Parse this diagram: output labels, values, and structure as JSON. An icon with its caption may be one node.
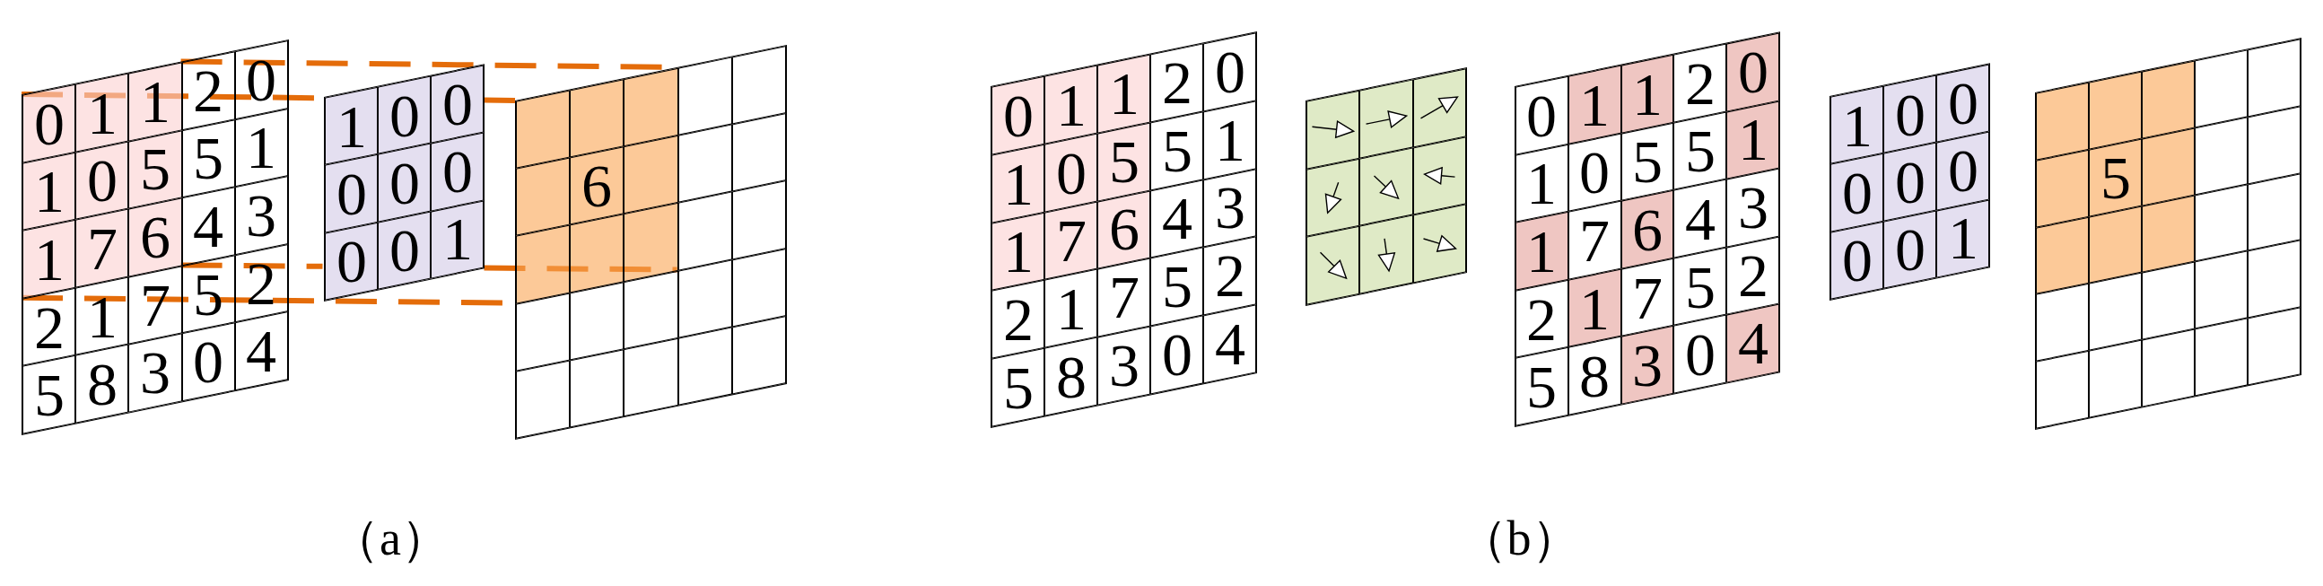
{
  "diagram": {
    "nodes": [
      {
        "text": [
          "0",
          "1",
          "1",
          "2",
          "0",
          "1",
          "0",
          "5",
          "5",
          "1",
          "1",
          "7",
          "6",
          "4",
          "3",
          "2",
          "1",
          "7",
          "5",
          "2",
          "5",
          "8",
          "3",
          "0",
          "4"
        ]
      },
      {
        "text": [
          "1",
          "0",
          "0",
          "0",
          "0",
          "0",
          "0",
          "0",
          "1"
        ]
      },
      {
        "text": [
          "6"
        ]
      },
      {
        "text": [
          "0",
          "1",
          "1",
          "2",
          "0",
          "1",
          "0",
          "5",
          "5",
          "1",
          "1",
          "7",
          "6",
          "4",
          "3",
          "2",
          "1",
          "7",
          "5",
          "2",
          "5",
          "8",
          "3",
          "0",
          "4"
        ]
      },
      {
        "text": [],
        "shape": "box"
      },
      {
        "text": [
          "0",
          "1",
          "1",
          "2",
          "0",
          "1",
          "0",
          "5",
          "5",
          "1",
          "1",
          "7",
          "6",
          "4",
          "3",
          "2",
          "1",
          "7",
          "5",
          "2",
          "5",
          "8",
          "3",
          "0",
          "4"
        ]
      },
      {
        "text": [
          "1",
          "0",
          "0",
          "0",
          "0",
          "0",
          "0",
          "0",
          "1"
        ]
      },
      {
        "text": [
          "5"
        ]
      }
    ],
    "edges": [
      {
        "from": 0,
        "to": 2,
        "arrow": "none",
        "style": "dashed",
        "color": "#e46c0a"
      },
      {
        "from": 0,
        "to": 1,
        "arrow": "none",
        "style": "dashed",
        "color": "#e46c0a"
      },
      {
        "from": 1,
        "to": 2,
        "arrow": "none",
        "style": "dashed",
        "color": "#e46c0a"
      },
      {
        "from": 0,
        "to": 1,
        "arrow": "none",
        "style": "dashed",
        "color": "#e46c0a"
      },
      {
        "from": 1,
        "to": 2,
        "arrow": "none",
        "style": "dashed",
        "color": "#e46c0a"
      },
      {
        "from": 0,
        "to": 2,
        "arrow": "none",
        "style": "dashed",
        "color": "#e46c0a"
      }
    ],
    "labels": [
      "（a）",
      "（b）"
    ]
  }
}
